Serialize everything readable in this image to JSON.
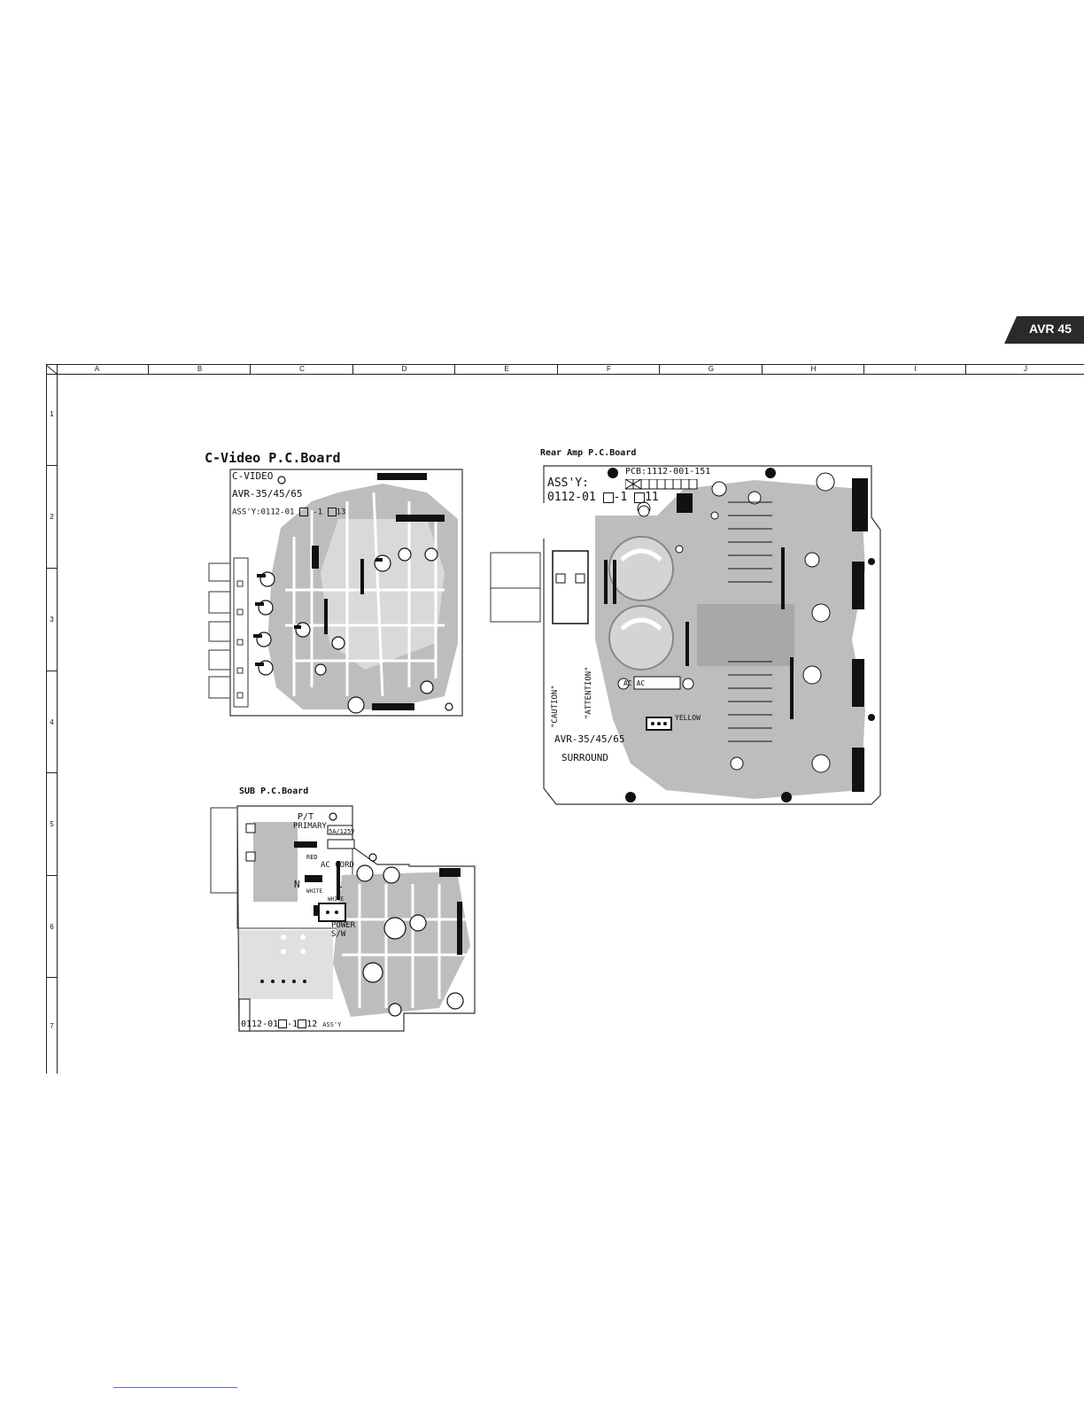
{
  "page": {
    "tab_label": "AVR 45",
    "accent_color": "#2a2a2a"
  },
  "grid": {
    "columns": [
      "A",
      "B",
      "C",
      "D",
      "E",
      "F",
      "G",
      "H",
      "I",
      "J"
    ],
    "rows": [
      "1",
      "2",
      "3",
      "4",
      "5",
      "6",
      "7"
    ]
  },
  "boards": {
    "cvideo": {
      "title": "C-Video P.C.Board",
      "labels": {
        "name": "C-VIDEO",
        "model": "AVR-35/45/65",
        "assy": "ASS'Y:0112-01",
        "dash": "-1",
        "num": "13"
      }
    },
    "rearamp": {
      "title": "Rear Amp P.C.Board",
      "labels": {
        "pcb": "PCB:1112-001-151",
        "assy": "ASS'Y:",
        "assy_num": "0112-01",
        "dash": "-1",
        "num": "11",
        "model": "AVR-35/45/65",
        "function": "SURROUND",
        "yellow": "YELLOW",
        "ac": "AC AC",
        "caution": "\"CAUTION\"",
        "attention": "\"ATTENTION\""
      }
    },
    "sub": {
      "title": "SUB P.C.Board",
      "labels": {
        "pt": "P/T",
        "primary": "PRIMARY",
        "fuse": "5A/125V",
        "red": "RED",
        "ac_cord": "AC CORD",
        "n": "N",
        "l": "L",
        "white1": "WHITE",
        "white2": "WHITE",
        "power": "POWER",
        "sw": "S/W",
        "assy": "0112-01",
        "dash": "-1",
        "num": "12",
        "assy_label": "ASS'Y"
      }
    }
  }
}
